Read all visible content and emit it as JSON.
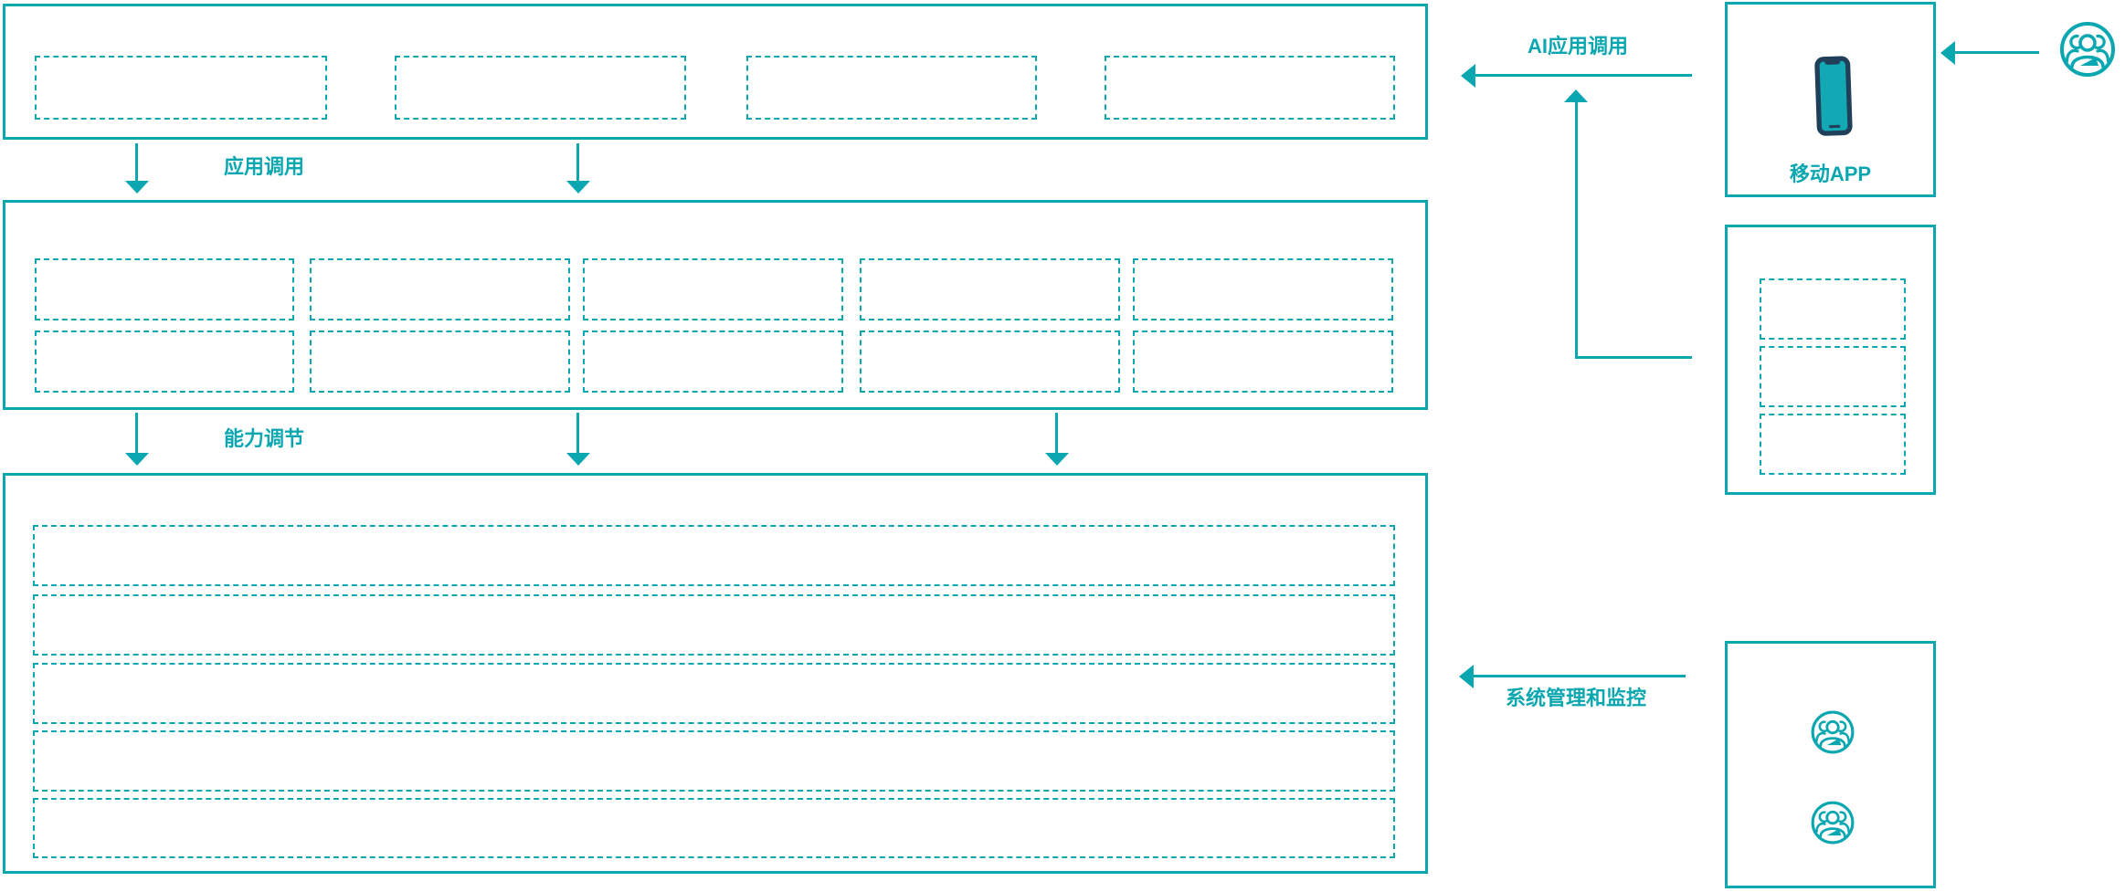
{
  "labels": {
    "app_call": "应用调用",
    "capability_adjust": "能力调节",
    "ai_app_call": "AI应用调用",
    "system_management": "系统管理和监控",
    "mobile_app": "移动APP"
  },
  "colors": {
    "accent": "#0BA7B1",
    "phone_screen": "#12A9B5",
    "phone_frame": "#20405A",
    "background": "#FFFFFF"
  },
  "icons": {
    "mobile_phone": "smartphone-icon",
    "top_right_user": "user-group-icon",
    "admin_user_1": "user-group-icon",
    "admin_user_2": "user-group-icon",
    "arrow_heads": [
      "arrow-head-down-icon",
      "arrow-head-left-icon",
      "arrow-head-up-icon"
    ]
  }
}
